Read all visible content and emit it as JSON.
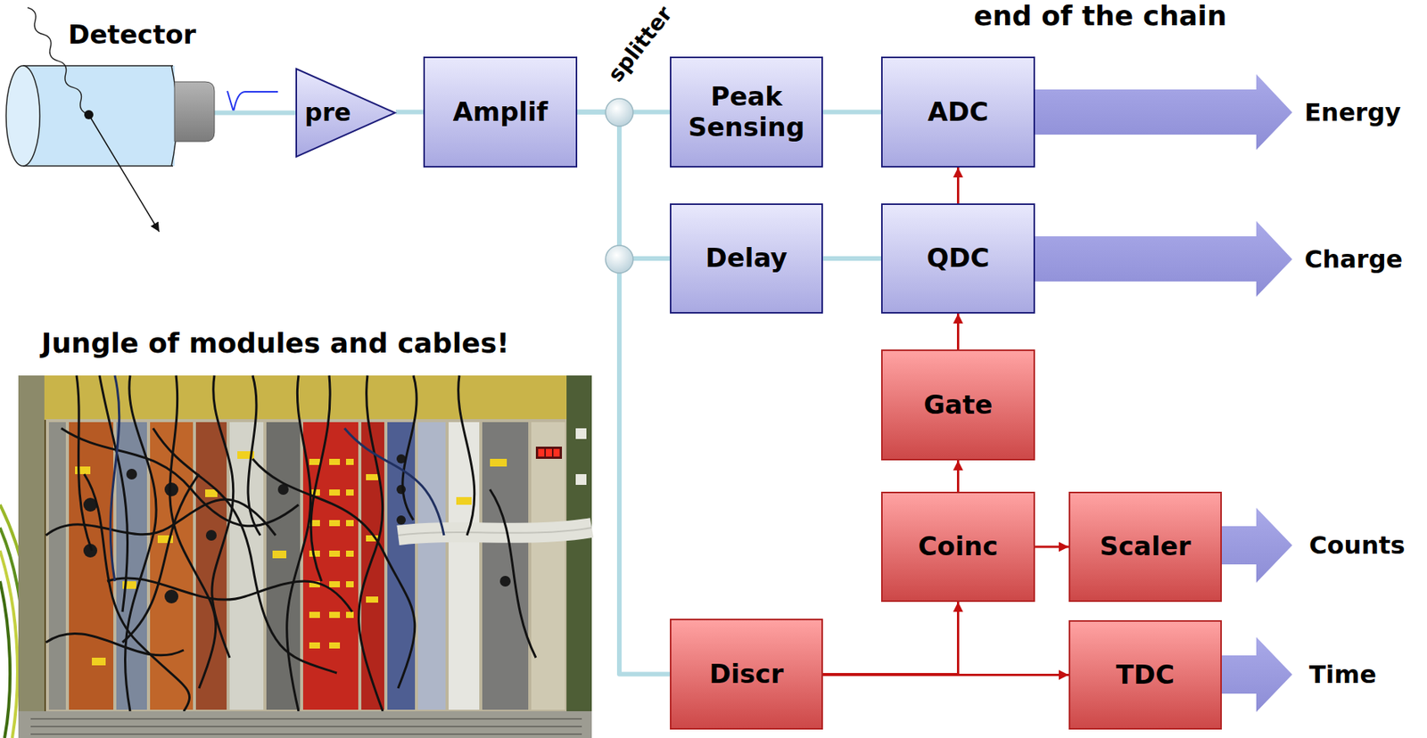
{
  "diagram": {
    "nodes": [
      {
        "text": [
          "Detector"
        ]
      },
      {
        "text": [
          "pre"
        ]
      },
      {
        "text": [
          "Amplif"
        ]
      },
      {
        "text": [
          "Peak Sensing"
        ]
      },
      {
        "text": [
          "ADC"
        ]
      },
      {
        "text": [
          "Delay"
        ]
      },
      {
        "text": [
          "QDC"
        ]
      },
      {
        "text": [
          "Gate"
        ]
      },
      {
        "text": [
          "Coinc"
        ]
      },
      {
        "text": [
          "Scaler"
        ]
      },
      {
        "text": [
          "Discr"
        ]
      },
      {
        "text": [
          "TDC"
        ]
      }
    ],
    "edges": [
      {
        "from": 0,
        "to": 1,
        "arrow": "none"
      },
      {
        "from": 1,
        "to": 2,
        "arrow": "none"
      },
      {
        "from": 2,
        "to": 3,
        "arrow": "none"
      },
      {
        "from": 2,
        "to": 5,
        "arrow": "none"
      },
      {
        "from": 2,
        "to": 10,
        "arrow": "none"
      },
      {
        "from": 3,
        "to": 4,
        "arrow": "none"
      },
      {
        "from": 5,
        "to": 6,
        "arrow": "none"
      },
      {
        "from": 10,
        "to": 11,
        "arrow": "to"
      },
      {
        "from": 10,
        "to": 8,
        "arrow": "to"
      },
      {
        "from": 8,
        "to": 7,
        "arrow": "to"
      },
      {
        "from": 8,
        "to": 9,
        "arrow": "to"
      },
      {
        "from": 7,
        "to": 6,
        "arrow": "to"
      },
      {
        "from": 6,
        "to": 4,
        "arrow": "to"
      }
    ],
    "labels": [
      "end of the chain",
      "splitter",
      "Jungle of modules and cables!",
      "Energy",
      "Charge",
      "Counts",
      "Time"
    ]
  }
}
